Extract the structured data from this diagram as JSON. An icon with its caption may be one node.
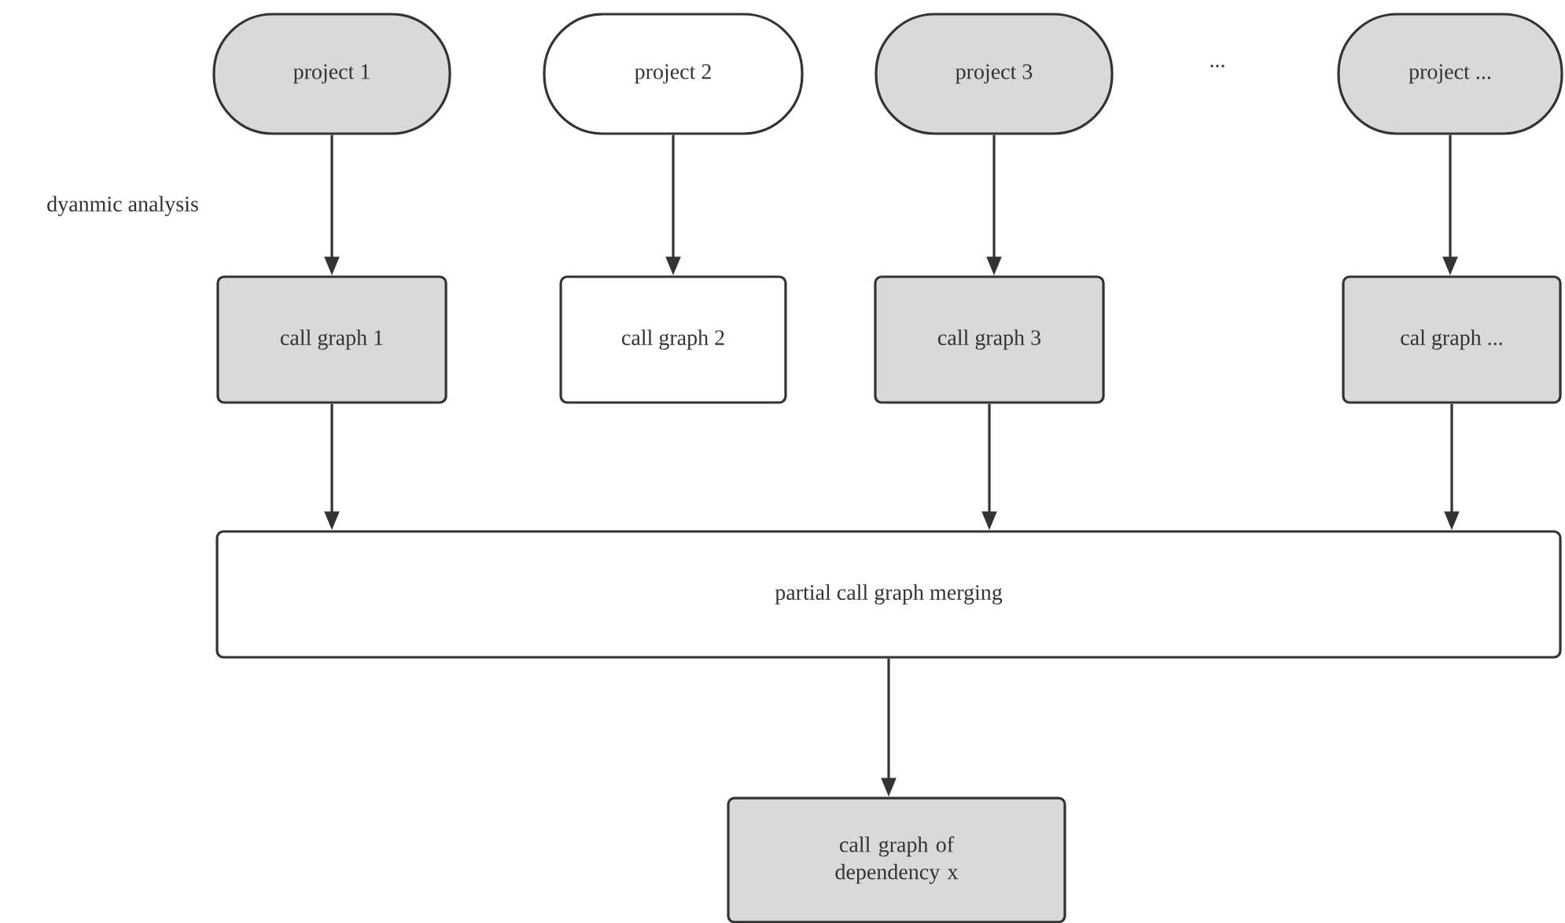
{
  "diagram": {
    "nodes": [
      {
        "text": [
          "project 1"
        ]
      },
      {
        "text": [
          "project 2"
        ]
      },
      {
        "text": [
          "project 3"
        ]
      },
      {
        "text": [
          "project ..."
        ]
      },
      {
        "text": [
          "call graph 1"
        ]
      },
      {
        "text": [
          "call graph 2"
        ]
      },
      {
        "text": [
          "call graph 3"
        ]
      },
      {
        "text": [
          "cal graph ..."
        ]
      },
      {
        "text": [
          "partial call graph merging"
        ]
      },
      {
        "text": [
          "call graph of dependency x"
        ]
      }
    ],
    "edges": [
      {
        "from": 0,
        "to": 4,
        "arrow": "to"
      },
      {
        "from": 1,
        "to": 5,
        "arrow": "to"
      },
      {
        "from": 2,
        "to": 6,
        "arrow": "to"
      },
      {
        "from": 3,
        "to": 7,
        "arrow": "to"
      },
      {
        "from": 4,
        "to": 8,
        "arrow": "to"
      },
      {
        "from": 6,
        "to": 8,
        "arrow": "to"
      },
      {
        "from": 7,
        "to": 8,
        "arrow": "to"
      },
      {
        "from": 8,
        "to": 9,
        "arrow": "to"
      }
    ],
    "labels": [
      "dyanmic analysis",
      "..."
    ]
  }
}
